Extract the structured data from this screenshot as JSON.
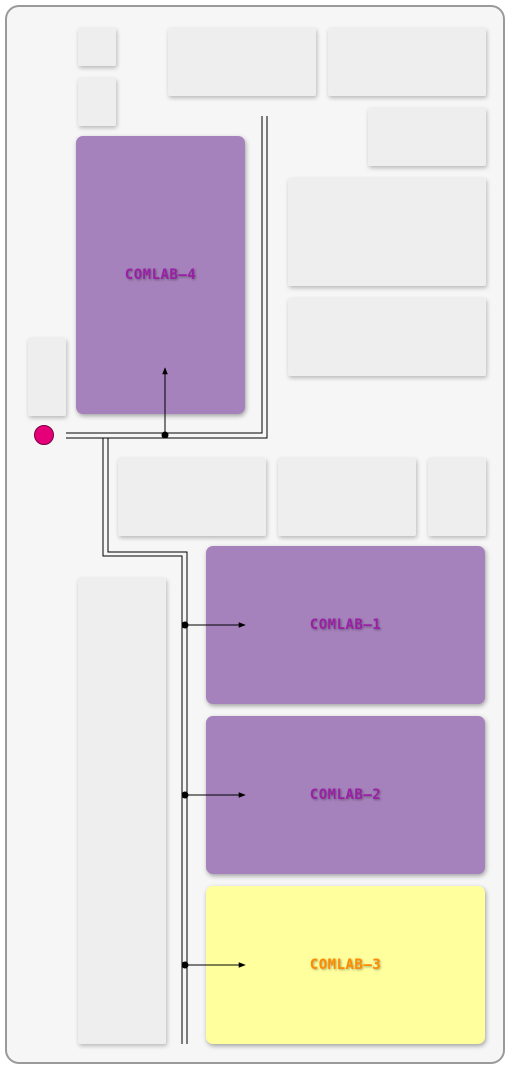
{
  "rooms": {
    "comlab4": {
      "label": "COMLAB–4",
      "fill": "#a582bb",
      "text_color": "#9b1fa6",
      "highlighted": false
    },
    "comlab1": {
      "label": "COMLAB–1",
      "fill": "#a582bb",
      "text_color": "#9b1fa6",
      "highlighted": false
    },
    "comlab2": {
      "label": "COMLAB–2",
      "fill": "#a582bb",
      "text_color": "#9b1fa6",
      "highlighted": false
    },
    "comlab3": {
      "label": "COMLAB–3",
      "fill": "#ffff9e",
      "text_color": "#ff8a00",
      "highlighted": true
    }
  },
  "marker": {
    "name": "current-location-marker",
    "color": "#e5007a"
  },
  "colors": {
    "background": "#f6f6f6",
    "unlabeled_block": "#eeeeee",
    "route": "#000000"
  }
}
